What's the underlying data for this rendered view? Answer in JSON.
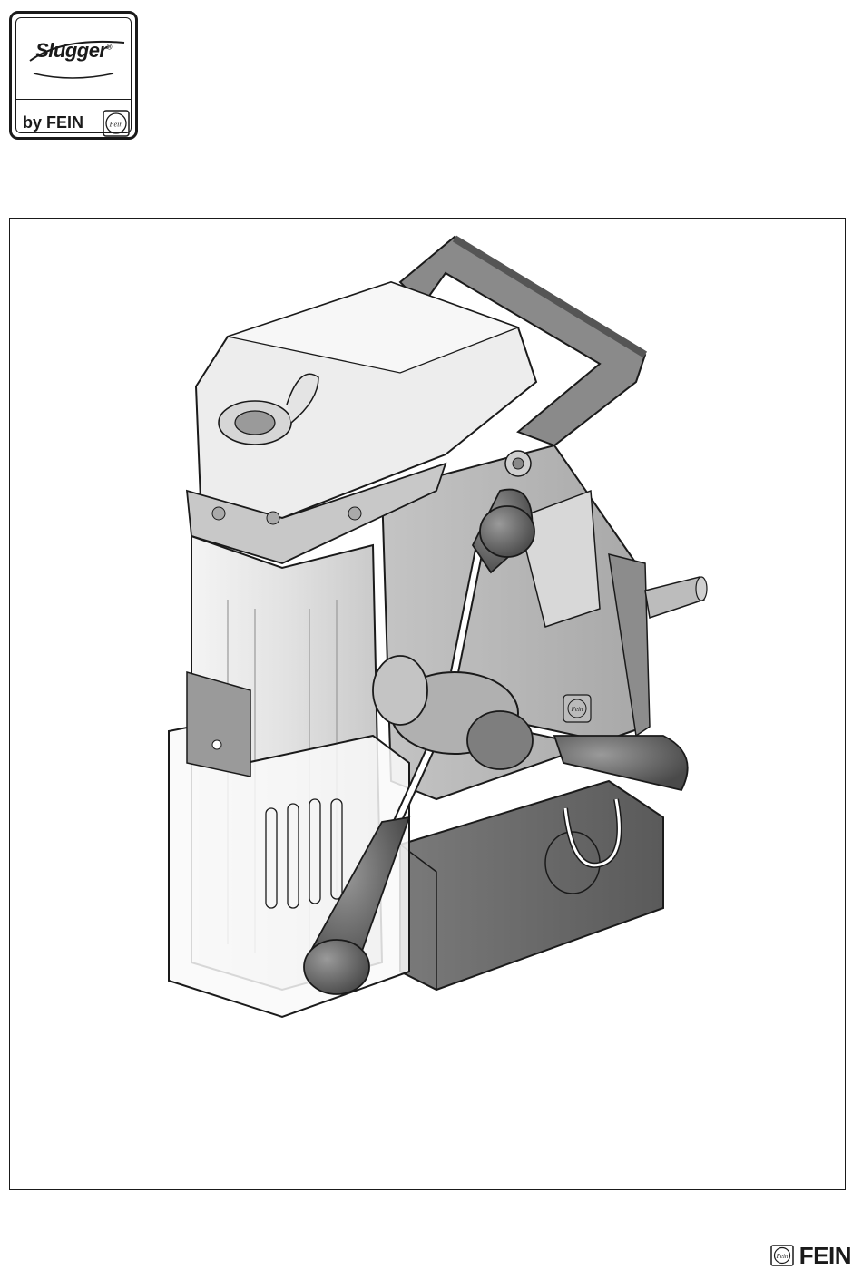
{
  "logo": {
    "brand": "Slugger",
    "registered": "®",
    "by_line": "by FEIN",
    "emblem_text": "Fein"
  },
  "illustration": {
    "emblem_text": "Fein"
  },
  "footer": {
    "brand": "FEIN",
    "emblem_text": "Fein"
  }
}
